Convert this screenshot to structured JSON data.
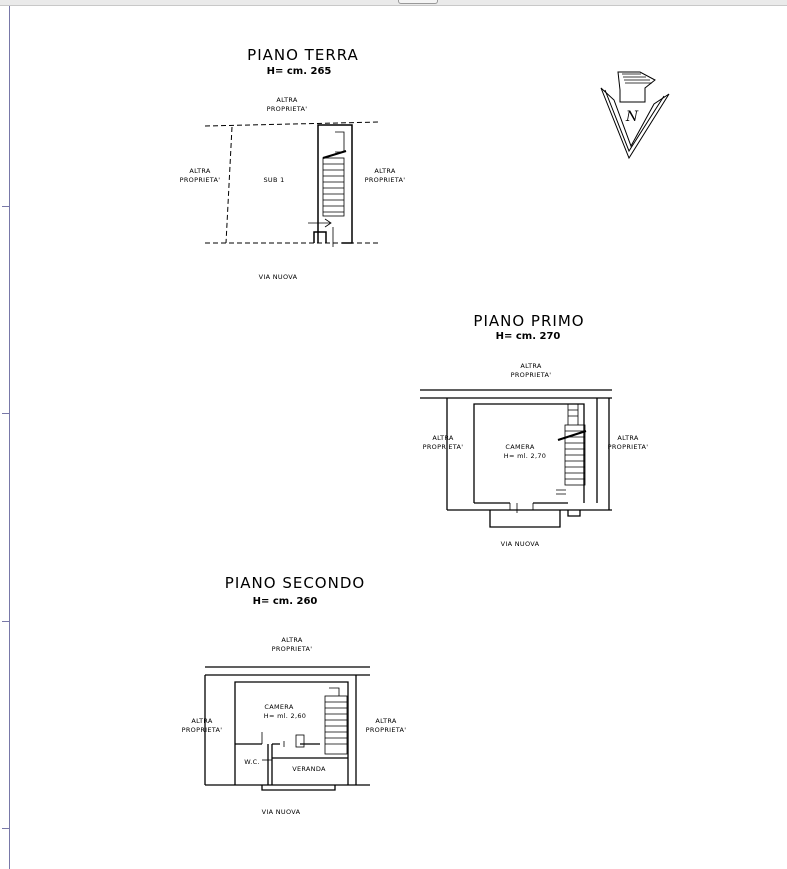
{
  "floors": {
    "terra": {
      "title": "PIANO TERRA",
      "height": "H= cm. 265",
      "altra_top_1": "ALTRA",
      "altra_top_2": "PROPRIETA'",
      "altra_left_1": "ALTRA",
      "altra_left_2": "PROPRIETA'",
      "altra_right_1": "ALTRA",
      "altra_right_2": "PROPRIETA'",
      "room": "SUB 1",
      "street": "VIA NUOVA"
    },
    "primo": {
      "title": "PIANO PRIMO",
      "height": "H= cm. 270",
      "altra_top_1": "ALTRA",
      "altra_top_2": "PROPRIETA'",
      "altra_left_1": "ALTRA",
      "altra_left_2": "PROPRIETA'",
      "altra_right_1": "ALTRA",
      "altra_right_2": "PROPRIETA'",
      "room": "CAMERA",
      "room_height": "H= ml. 2,70",
      "street": "VIA NUOVA"
    },
    "secondo": {
      "title": "PIANO SECONDO",
      "height": "H= cm. 260",
      "altra_top_1": "ALTRA",
      "altra_top_2": "PROPRIETA'",
      "altra_left_1": "ALTRA",
      "altra_left_2": "PROPRIETA'",
      "altra_right_1": "ALTRA",
      "altra_right_2": "PROPRIETA'",
      "room": "CAMERA",
      "room_height": "H= ml. 2,60",
      "wc": "W.C.",
      "veranda": "VERANDA",
      "street": "VIA NUOVA"
    }
  },
  "compass_letter": "N"
}
